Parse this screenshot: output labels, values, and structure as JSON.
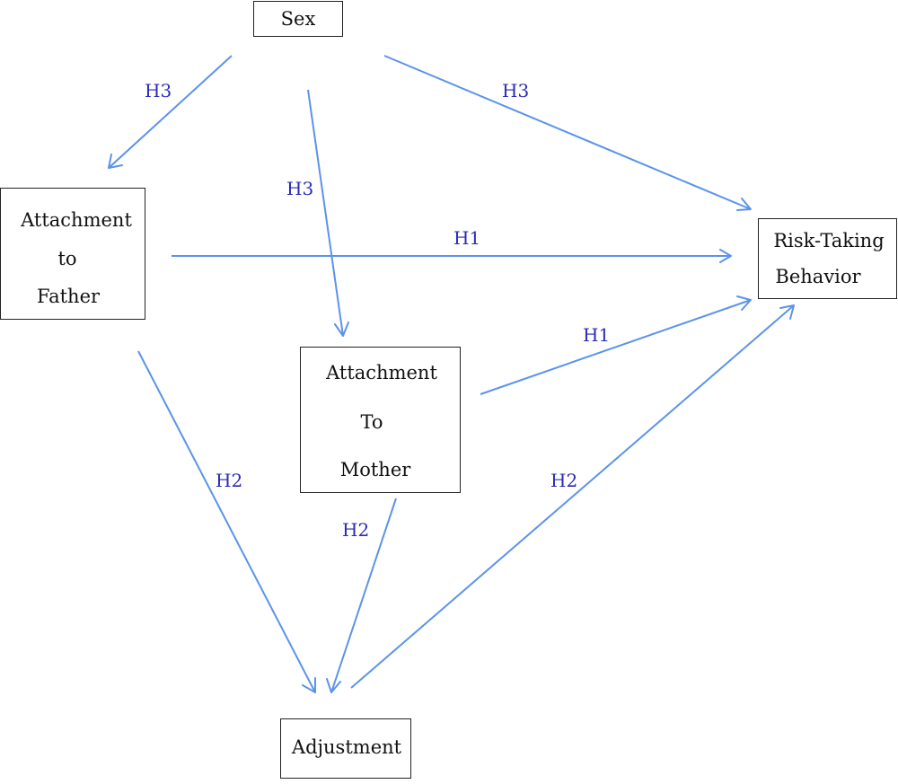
{
  "nodes": {
    "sex": {
      "lines": [
        "Sex"
      ]
    },
    "father": {
      "lines": [
        "Attachment",
        "to",
        "Father"
      ]
    },
    "mother": {
      "lines": [
        "Attachment",
        "To",
        "Mother"
      ]
    },
    "risk": {
      "lines": [
        "Risk-Taking",
        "Behavior"
      ]
    },
    "adjustment": {
      "lines": [
        "Adjustment"
      ]
    }
  },
  "edges": [
    {
      "id": "sex-father",
      "from": "sex",
      "to": "father",
      "label": "H3"
    },
    {
      "id": "sex-mother",
      "from": "sex",
      "to": "mother",
      "label": "H3"
    },
    {
      "id": "sex-risk",
      "from": "sex",
      "to": "risk",
      "label": "H3"
    },
    {
      "id": "father-risk",
      "from": "father",
      "to": "risk",
      "label": "H1"
    },
    {
      "id": "mother-risk",
      "from": "mother",
      "to": "risk",
      "label": "H1"
    },
    {
      "id": "father-adjustment",
      "from": "father",
      "to": "adjustment",
      "label": "H2"
    },
    {
      "id": "mother-adjustment",
      "from": "mother",
      "to": "adjustment",
      "label": "H2"
    },
    {
      "id": "adjustment-risk",
      "from": "adjustment",
      "to": "risk",
      "label": "H2"
    }
  ],
  "colors": {
    "arrow": "#5b93ea",
    "label": "#2a2ab8",
    "border": "#222222"
  }
}
